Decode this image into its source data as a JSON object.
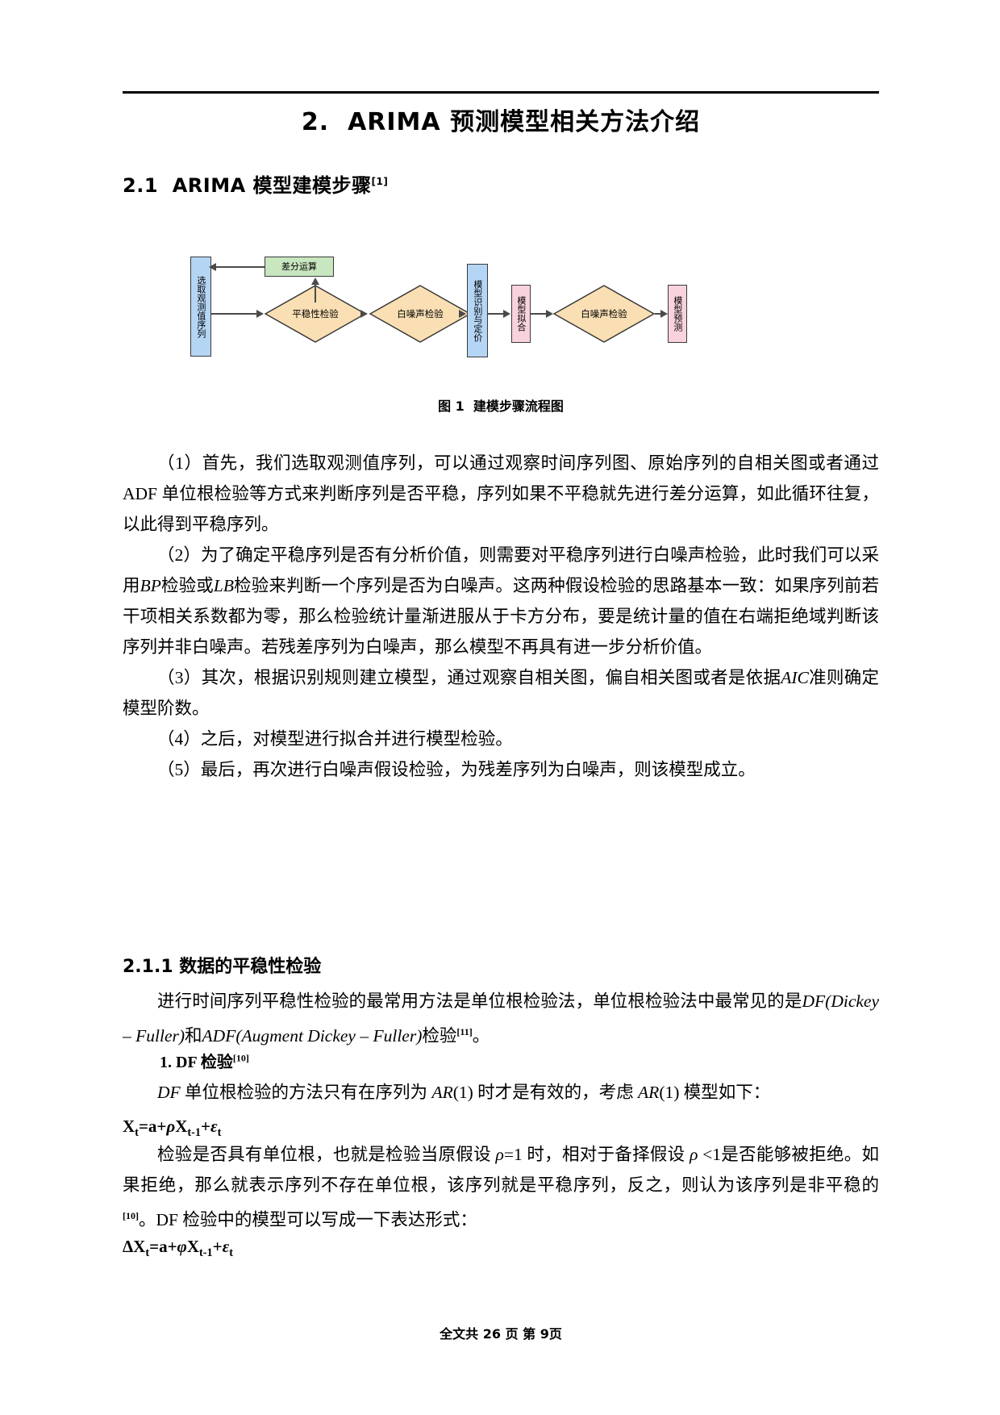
{
  "document": {
    "chapter_title": "2.  ARIMA 预测模型相关方法介绍",
    "section_2_1": "2.1  ARIMA 模型建模步骤",
    "section_2_1_ref": "[1]",
    "figure_caption": "图 1  建模步骤流程图",
    "section_2_1_1": "2.1.1 数据的平稳性检验",
    "subheading_df": "1. DF 检验",
    "subheading_df_ref": "[10]",
    "footer": "全文共 26 页 第 9页"
  },
  "flowchart": {
    "nodes": [
      {
        "id": "select-observation-series",
        "label": "选取观测值序列",
        "shape": "rect-vertical",
        "color": "#b5d5f5"
      },
      {
        "id": "difference-operation",
        "label": "差分运算",
        "shape": "rect",
        "color": "#c8e6c0"
      },
      {
        "id": "stationarity-test",
        "label": "平稳性检验",
        "shape": "diamond",
        "color": "#fadfb4"
      },
      {
        "id": "white-noise-test-1",
        "label": "白噪声检验",
        "shape": "diamond",
        "color": "#fadfb4"
      },
      {
        "id": "model-identification",
        "label": "模型识别与定价",
        "shape": "rect-vertical",
        "color": "#b5d5f5"
      },
      {
        "id": "model-fitting",
        "label": "模型拟合",
        "shape": "rect-vertical",
        "color": "#f8d2dc"
      },
      {
        "id": "white-noise-test-2",
        "label": "白噪声检验",
        "shape": "diamond",
        "color": "#fadfb4"
      },
      {
        "id": "model-forecast",
        "label": "模型预测",
        "shape": "rect-vertical",
        "color": "#f8d2dc"
      }
    ]
  },
  "paragraphs": {
    "p1": "（1）首先，我们选取观测值序列，可以通过观察时间序列图、原始序列的自相关图或者通过 ADF 单位根检验等方式来判断序列是否平稳，序列如果不平稳就先进行差分运算，如此循环往复，以此得到平稳序列。",
    "p2_a": "（2）为了确定平稳序列是否有分析价值，则需要对平稳序列进行白噪声检验，此时我们可以采用",
    "p2_bp": "BP",
    "p2_b": "检验或",
    "p2_lb": "LB",
    "p2_c": "检验来判断一个序列是否为白噪声。这两种假设检验的思路基本一致：如果序列前若干项相关系数都为零，那么检验统计量渐进服从于卡方分布，要是统计量的值在右端拒绝域判断该序列并非白噪声。若残差序列为白噪声，那么模型不再具有进一步分析价值。",
    "p3_a": "（3）其次，根据识别规则建立模型，通过观察自相关图，偏自相关图或者是依据",
    "p3_aic": "AIC",
    "p3_b": "准则确定模型阶数。",
    "p4": "（4）之后，对模型进行拟合并进行模型检验。",
    "p5": "（5）最后，再次进行白噪声假设检验，为残差序列为白噪声，则该模型成立。",
    "p6_a": "进行时间序列平稳性检验的最常用方法是单位根检验法，单位根检验法中最常见的是",
    "p6_df": "DF(Dickey – Fuller)",
    "p6_b": "和",
    "p6_adf": "ADF(Augment Dickey – Fuller)",
    "p6_c": "检验",
    "p6_ref": "[11]",
    "p6_d": "。",
    "p7_a": "DF",
    "p7_b": " 单位根检验的方法只有在序列为 ",
    "p7_ar1": "AR",
    "p7_c": "(1) 时才是有效的，考虑 ",
    "p7_ar2": "AR",
    "p7_d": "(1) 模型如下：",
    "formula1": "X_t = a + ρX_{t-1} + ε_t",
    "p8_a": "检验是否具有单位根，也就是检验当原假设 ",
    "p8_rho": "ρ",
    "p8_b": "=1 时，相对于备择假设 ",
    "p8_rho2": "ρ",
    "p8_c": " <1是否能够被拒绝。如果拒绝，那么就表示序列不存在单位根，该序列就是平稳序列，反之，则认为该序列是非平稳的",
    "p8_ref": "[10]",
    "p8_d": "。DF 检验中的模型可以写成一下表达形式：",
    "formula2": "ΔX_t = a + φX_{t-1} + ε_t"
  }
}
